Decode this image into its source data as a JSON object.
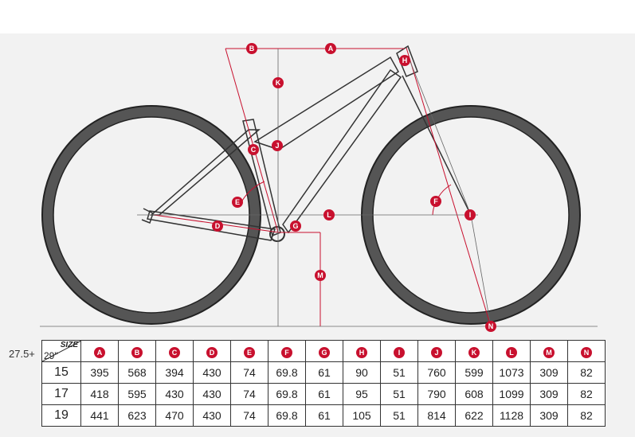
{
  "diagram": {
    "labels": [
      "A",
      "B",
      "C",
      "D",
      "E",
      "F",
      "G",
      "H",
      "I",
      "J",
      "K",
      "L",
      "M",
      "N"
    ],
    "accent_color": "#c8102e",
    "line_color": "#333333"
  },
  "table": {
    "wheel_prefix": "27.5+",
    "wheel_label": "29\"",
    "size_label": "SIZE",
    "columns": [
      "A",
      "B",
      "C",
      "D",
      "E",
      "F",
      "G",
      "H",
      "I",
      "J",
      "K",
      "L",
      "M",
      "N"
    ],
    "rows": [
      {
        "size": "15",
        "values": [
          "395",
          "568",
          "394",
          "430",
          "74",
          "69.8",
          "61",
          "90",
          "51",
          "760",
          "599",
          "1073",
          "309",
          "82"
        ]
      },
      {
        "size": "17",
        "values": [
          "418",
          "595",
          "430",
          "430",
          "74",
          "69.8",
          "61",
          "95",
          "51",
          "790",
          "608",
          "1099",
          "309",
          "82"
        ]
      },
      {
        "size": "19",
        "values": [
          "441",
          "623",
          "470",
          "430",
          "74",
          "69.8",
          "61",
          "105",
          "51",
          "814",
          "622",
          "1128",
          "309",
          "82"
        ]
      }
    ]
  }
}
